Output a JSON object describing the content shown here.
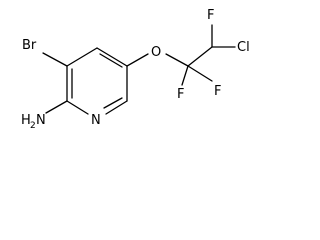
{
  "molecule": {
    "atoms": {
      "br": "Br",
      "amine_h": "H",
      "amine_sub": "2",
      "amine_n": "N",
      "ring_n": "N",
      "ether_o": "O",
      "f_top": "F",
      "f_left": "F",
      "f_right": "F",
      "cl": "Cl"
    },
    "colors": {
      "bond": "#000000",
      "label": "#000000",
      "background": "#ffffff"
    }
  }
}
